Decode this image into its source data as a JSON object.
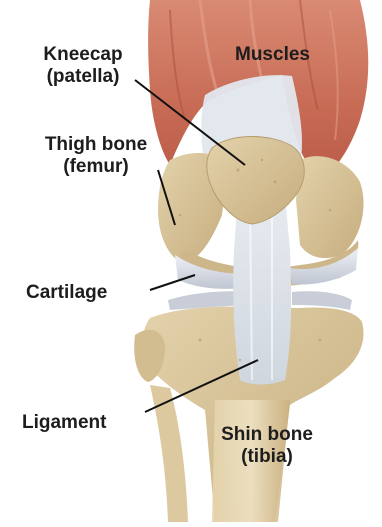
{
  "labels": {
    "kneecap": "Kneecap",
    "patella": "(patella)",
    "muscles": "Muscles",
    "thigh_bone": "Thigh bone",
    "femur": "(femur)",
    "cartilage": "Cartilage",
    "ligament": "Ligament",
    "shin_bone": "Shin bone",
    "tibia": "(tibia)"
  },
  "colors": {
    "muscle": "#c96a55",
    "bone": "#d8c49b",
    "cartilage": "#d9dde6",
    "ligament": "#e6eaef",
    "leader_line": "#111111"
  }
}
